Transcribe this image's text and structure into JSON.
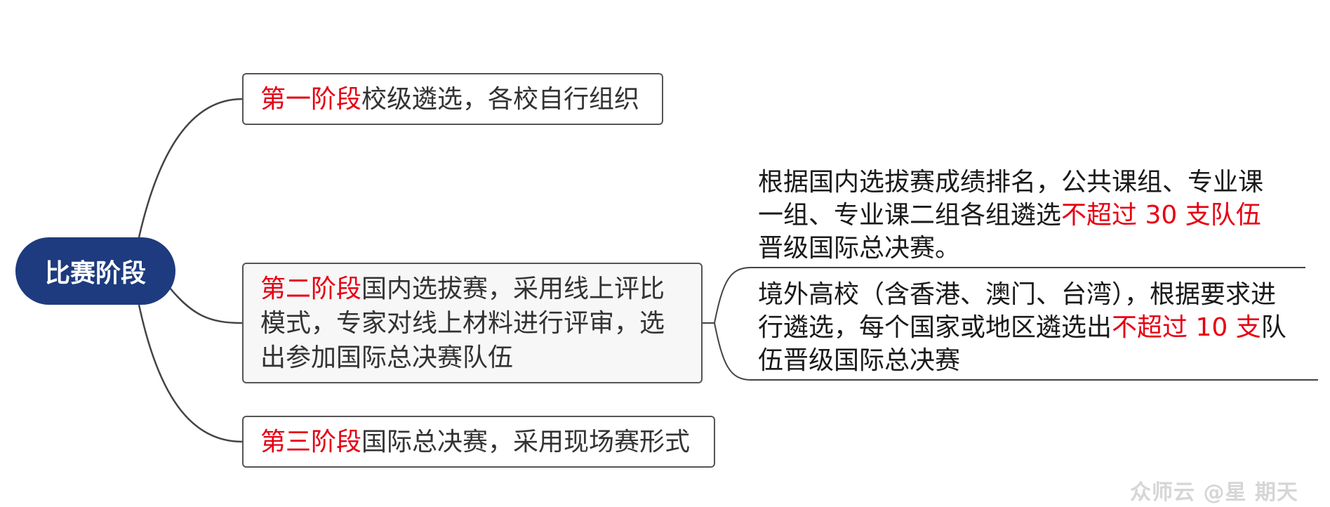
{
  "root": {
    "label": "比赛阶段"
  },
  "stages": [
    {
      "lead": "第一阶段",
      "text": "校级遴选，各校自行组织"
    },
    {
      "lead": "第二阶段",
      "lines": [
        "国内选拔赛，采用线上评比",
        "模式，专家对线上材料进行评审，选",
        "出参加国际总决赛队伍"
      ]
    },
    {
      "lead": "第三阶段",
      "text": "国际总决赛，采用现场赛形式"
    }
  ],
  "details": [
    {
      "line1": "根据国内选拔赛成绩排名，公共课组、专业课",
      "line2_pre": "一组、专业课二组各组遴选",
      "line2_hl": "不超过 30 支队伍",
      "line3": "晋级国际总决赛。"
    },
    {
      "line1": "境外高校（含香港、澳门、台湾），根据要求进",
      "line2_pre": "行遴选，每个国家或地区遴选出",
      "line2_hl": "不超过 10 支",
      "line2_post": "队",
      "line3": "伍晋级国际总决赛"
    }
  ],
  "watermark": "众师云 @星 期天",
  "colors": {
    "root_bg": "#1d3b7e",
    "highlight": "#e60012",
    "connector": "#444444"
  }
}
